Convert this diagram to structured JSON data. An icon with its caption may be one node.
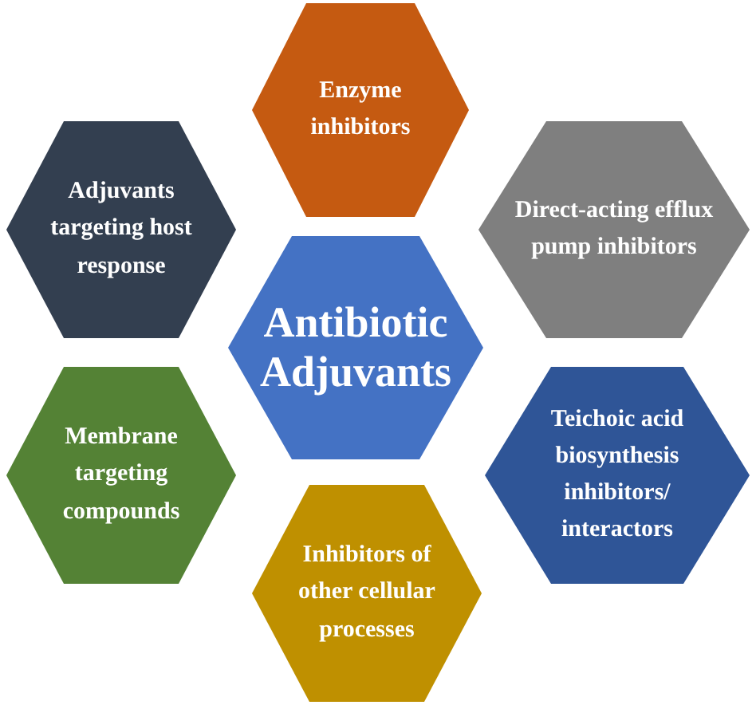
{
  "diagram": {
    "nodes": [
      {
        "text": [
          "Enzyme inhibitors"
        ]
      },
      {
        "text": [
          "Adjuvants targeting host response"
        ]
      },
      {
        "text": [
          "Direct-acting efflux pump inhibitors"
        ]
      },
      {
        "text": [
          "Antibiotic Adjuvants"
        ]
      },
      {
        "text": [
          "Membrane targeting compounds"
        ]
      },
      {
        "text": [
          "Teichoic acid biosynthesis inhibitors/ interactors"
        ]
      },
      {
        "text": [
          "Inhibitors of other cellular processes"
        ]
      }
    ]
  }
}
